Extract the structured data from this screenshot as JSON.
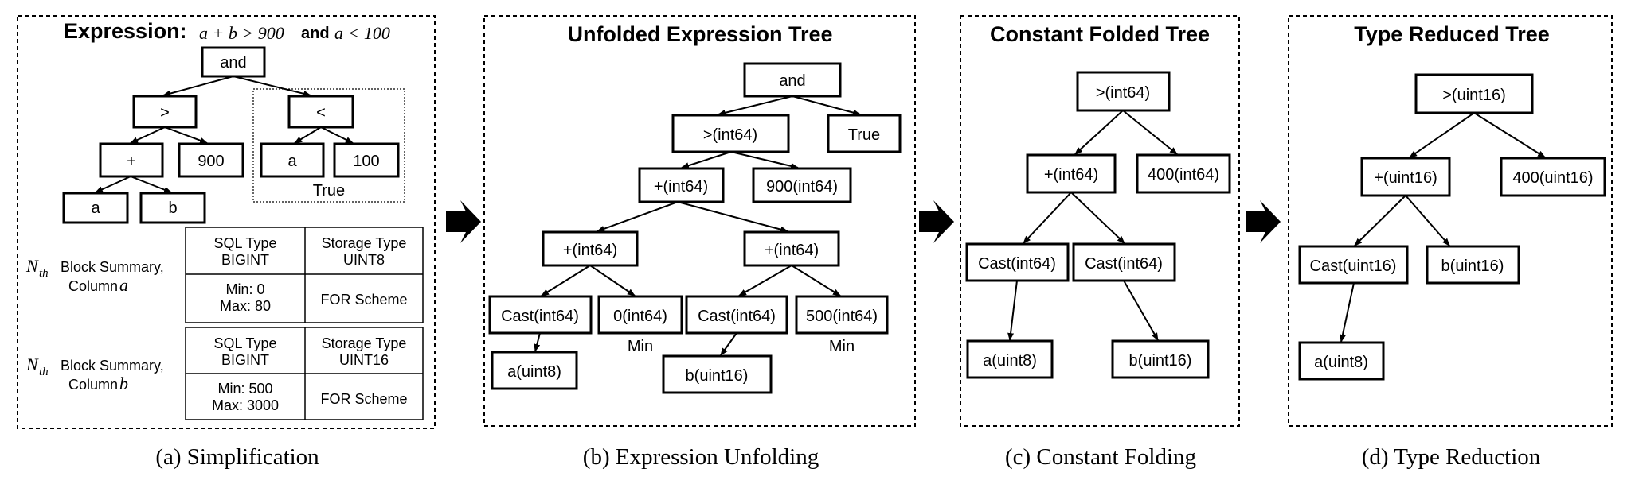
{
  "panels": {
    "a": {
      "title_prefix": "Expression:",
      "expr_part1": "a + b > 900",
      "expr_and": "and",
      "expr_part2": "a < 100",
      "nodes": {
        "and": "and",
        "gt": ">",
        "lt": "<",
        "plus": "+",
        "c900": "900",
        "a1": "a",
        "c100": "100",
        "a2": "a",
        "b": "b"
      },
      "true_label": "True",
      "summaries": [
        {
          "n": "N",
          "sub": "th",
          "text1": "Block Summary,",
          "text2": "Column",
          "var": "a",
          "sql_type_label": "SQL Type",
          "sql_type_value": "BIGINT",
          "storage_type_label": "Storage Type",
          "storage_type_value": "UINT8",
          "min": "Min: 0",
          "max": "Max: 80",
          "scheme": "FOR Scheme"
        },
        {
          "n": "N",
          "sub": "th",
          "text1": "Block Summary,",
          "text2": "Column",
          "var": "b",
          "sql_type_label": "SQL Type",
          "sql_type_value": "BIGINT",
          "storage_type_label": "Storage Type",
          "storage_type_value": "UINT16",
          "min": "Min: 500",
          "max": "Max: 3000",
          "scheme": "FOR Scheme"
        }
      ],
      "caption": "(a) Simplification"
    },
    "b": {
      "title": "Unfolded Expression Tree",
      "nodes": {
        "and": "and",
        "gt": ">(int64)",
        "true": "True",
        "plus_top": "+(int64)",
        "c900": "900(int64)",
        "plus_left": "+(int64)",
        "plus_right": "+(int64)",
        "cast_l": "Cast(int64)",
        "zero": "0(int64)",
        "cast_r": "Cast(int64)",
        "c500": "500(int64)",
        "a": "a(uint8)",
        "b": "b(uint16)"
      },
      "min_left": "Min",
      "min_right": "Min",
      "caption": "(b) Expression Unfolding"
    },
    "c": {
      "title": "Constant Folded Tree",
      "nodes": {
        "gt": ">(int64)",
        "plus": "+(int64)",
        "c400": "400(int64)",
        "cast_l": "Cast(int64)",
        "cast_r": "Cast(int64)",
        "a": "a(uint8)",
        "b": "b(uint16)"
      },
      "caption": "(c) Constant Folding"
    },
    "d": {
      "title": "Type Reduced Tree",
      "nodes": {
        "gt": ">(uint16)",
        "plus": "+(uint16)",
        "c400": "400(uint16)",
        "cast": "Cast(uint16)",
        "b": "b(uint16)",
        "a": "a(uint8)"
      },
      "caption": "(d) Type Reduction"
    }
  },
  "arrow_icon": "thick-right-arrow"
}
